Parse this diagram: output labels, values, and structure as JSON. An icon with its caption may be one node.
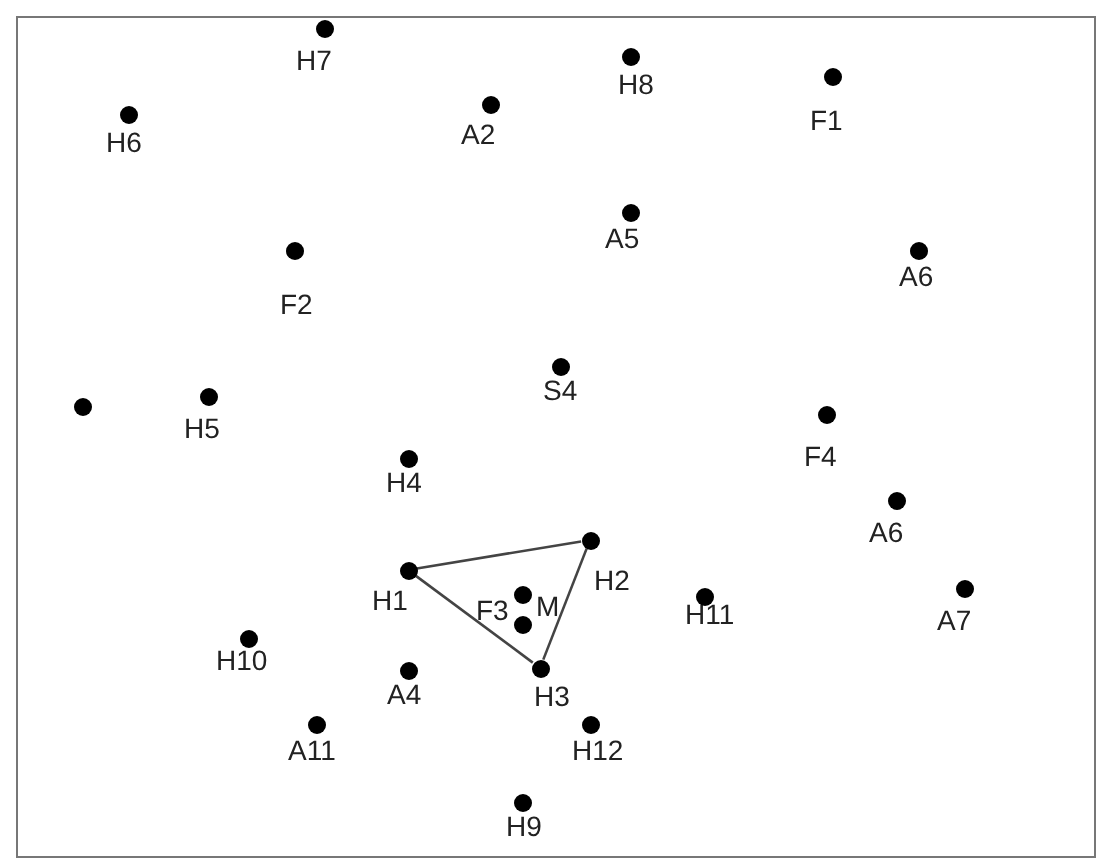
{
  "diagram": {
    "nodes": [
      {
        "text": [
          "H7"
        ]
      },
      {
        "text": [
          "H8"
        ]
      },
      {
        "text": [
          "F1"
        ]
      },
      {
        "text": [
          "A2"
        ]
      },
      {
        "text": [
          "H6"
        ]
      },
      {
        "text": [
          "A5"
        ]
      },
      {
        "text": [
          "F2"
        ]
      },
      {
        "text": [
          "A6"
        ]
      },
      {
        "text": [
          "S4"
        ]
      },
      {
        "text": [],
        "shape": "circle"
      },
      {
        "text": [
          "H5"
        ]
      },
      {
        "text": [
          "F4"
        ]
      },
      {
        "text": [
          "H4"
        ]
      },
      {
        "text": [
          "A6"
        ]
      },
      {
        "text": [
          "H2"
        ]
      },
      {
        "text": [
          "H1"
        ]
      },
      {
        "text": [
          "A7"
        ]
      },
      {
        "text": [
          "M"
        ]
      },
      {
        "text": [
          "H11"
        ]
      },
      {
        "text": [
          "F3"
        ]
      },
      {
        "text": [
          "H10"
        ]
      },
      {
        "text": [
          "H3"
        ]
      },
      {
        "text": [
          "A4"
        ]
      },
      {
        "text": [
          "A11"
        ]
      },
      {
        "text": [
          "H12"
        ]
      },
      {
        "text": [
          "H9"
        ]
      }
    ],
    "edges": [
      {
        "from": 15,
        "to": 14,
        "arrow": "none"
      },
      {
        "from": 14,
        "to": 21,
        "arrow": "none"
      },
      {
        "from": 21,
        "to": 15,
        "arrow": "none"
      }
    ]
  }
}
